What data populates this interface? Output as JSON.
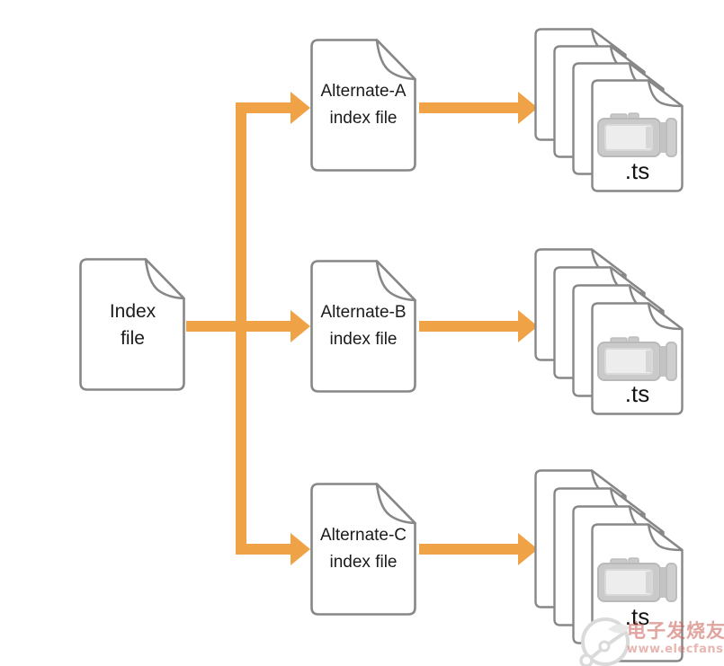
{
  "diagram": {
    "source_doc": {
      "line1": "Index",
      "line2": "file"
    },
    "alternate_docs": [
      {
        "line1": "Alternate-A",
        "line2": "index file"
      },
      {
        "line1": "Alternate-B",
        "line2": "index file"
      },
      {
        "line1": "Alternate-C",
        "line2": "index file"
      }
    ],
    "segment_stacks": [
      {
        "label": ".ts"
      },
      {
        "label": ".ts"
      },
      {
        "label": ".ts"
      }
    ],
    "icons": {
      "segment_icon": "video-camera-icon"
    },
    "colors": {
      "arrow": "#F0A346",
      "doc_border": "#878787",
      "text": "#1b1b1b"
    }
  },
  "watermark": {
    "site_name": "电子发烧友",
    "site_url": "www.elecfans.com",
    "color": "#C95A50"
  }
}
